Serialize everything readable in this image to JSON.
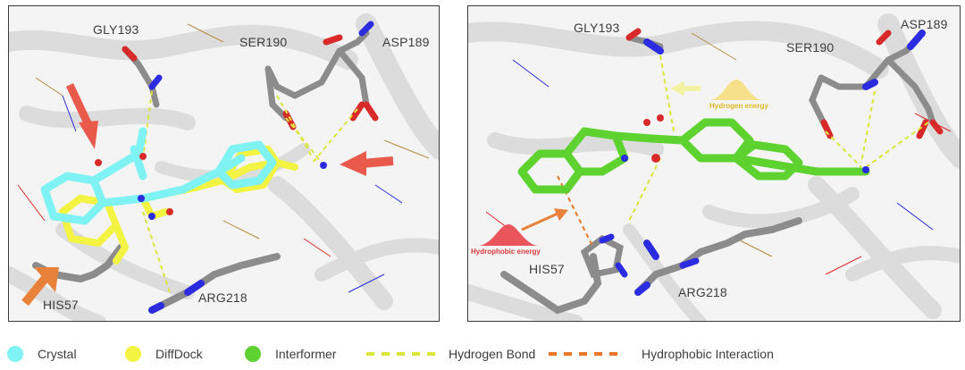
{
  "left_panel": {
    "residues": {
      "gly193": "GLY193",
      "ser190": "SER190",
      "asp189": "ASP189",
      "his57": "HIS57",
      "arg218": "ARG218"
    }
  },
  "right_panel": {
    "residues": {
      "gly193": "GLY193",
      "ser190": "SER190",
      "asp189": "ASP189",
      "his57": "HIS57",
      "arg218": "ARG218"
    },
    "energy_labels": {
      "hydrogen": "Hydrogen energy",
      "hydrophobic": "Hydrophobic energy"
    }
  },
  "legend": {
    "crystal": "Crystal",
    "diffdock": "DiffDock",
    "interformer": "Interformer",
    "hbond": "Hydrogen Bond",
    "hydrophobic": "Hydrophobic Interaction"
  },
  "colors": {
    "crystal": "#7ff3f3",
    "diffdock": "#f3f342",
    "interformer": "#5ed330",
    "hbond": "#dbe63a",
    "hydrophobic": "#e8772a",
    "arrow_red": "#ea5a4a",
    "arrow_orange": "#e8813a",
    "carbon": "#8c8c8c",
    "nitrogen": "#2b2be0",
    "oxygen": "#d92a2a",
    "ribbon": "#d9d9d9"
  }
}
